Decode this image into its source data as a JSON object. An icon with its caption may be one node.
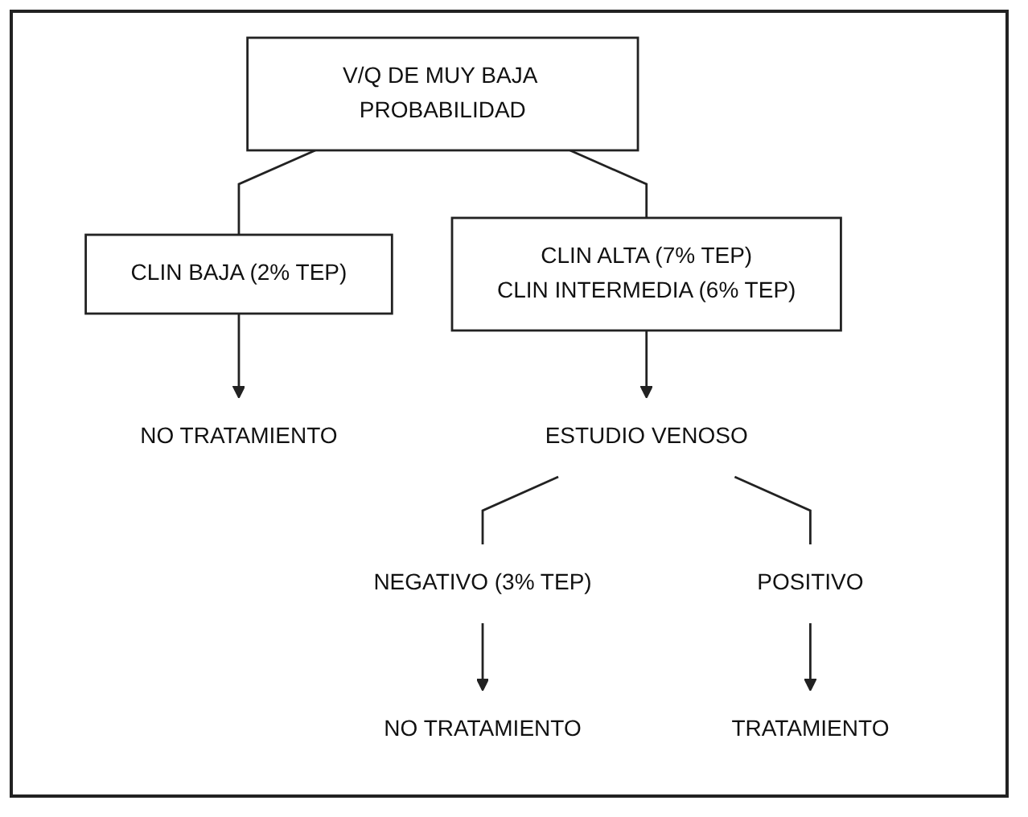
{
  "diagram": {
    "nodes": [
      {
        "text": [
          "V/Q DE MUY BAJA PROBABILIDAD"
        ]
      },
      {
        "text": [
          "CLIN BAJA (2% TEP)"
        ]
      },
      {
        "text": [
          "CLIN ALTA (7% TEP)",
          "CLIN INTERMEDIA (6% TEP)"
        ]
      },
      {
        "text": [
          "NO TRATAMIENTO"
        ]
      },
      {
        "text": [
          "ESTUDIO VENOSO"
        ]
      },
      {
        "text": [
          "NEGATIVO (3% TEP)"
        ]
      },
      {
        "text": [
          "POSITIVO"
        ]
      },
      {
        "text": [
          "NO TRATAMIENTO"
        ]
      },
      {
        "text": [
          "TRATAMIENTO"
        ]
      }
    ],
    "edges": [
      {
        "from": 0,
        "to": 1,
        "arrow": "none"
      },
      {
        "from": 0,
        "to": 2,
        "arrow": "none"
      },
      {
        "from": 1,
        "to": 3,
        "arrow": "to"
      },
      {
        "from": 2,
        "to": 4,
        "arrow": "to"
      },
      {
        "from": 4,
        "to": 5,
        "arrow": "none"
      },
      {
        "from": 4,
        "to": 6,
        "arrow": "none"
      },
      {
        "from": 5,
        "to": 7,
        "arrow": "to"
      },
      {
        "from": 6,
        "to": 8,
        "arrow": "to"
      }
    ]
  }
}
